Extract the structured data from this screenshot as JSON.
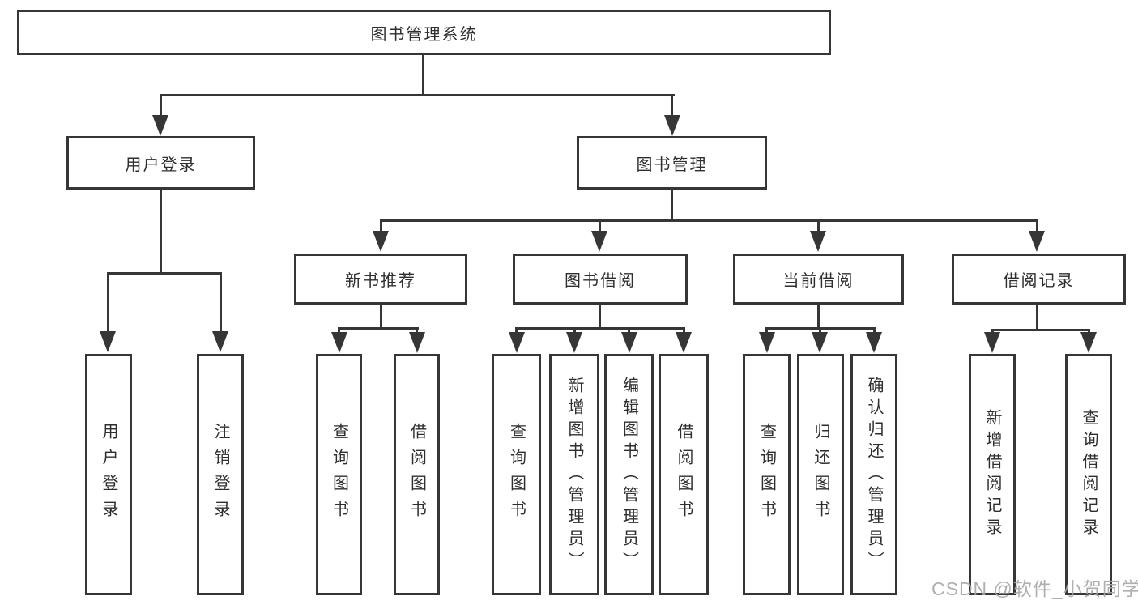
{
  "diagram": {
    "title_node": {
      "label": "图书管理系统"
    },
    "level2": [
      {
        "label": "用户登录"
      },
      {
        "label": "图书管理"
      }
    ],
    "level3": [
      {
        "label": "新书推荐"
      },
      {
        "label": "图书借阅"
      },
      {
        "label": "当前借阅"
      },
      {
        "label": "借阅记录"
      }
    ],
    "leaves": {
      "user_login": [
        "用户登录",
        "注销登录"
      ],
      "new_book_recommend": [
        "查询图书",
        "借阅图书"
      ],
      "book_borrow": [
        "查询图书",
        "新增图书（管理员）",
        "编辑图书（管理员）",
        "借阅图书"
      ],
      "current_borrow": [
        "查询图书",
        "归还图书",
        "确认归还（管理员）"
      ],
      "borrow_records": [
        "新增借阅记录",
        "查询借阅记录"
      ]
    },
    "colors": {
      "line": "#363636",
      "text": "#2e2e2e",
      "background": "#ffffff",
      "watermark": "#a8a8a8"
    }
  },
  "watermark": {
    "text": "CSDN @软件_小贺同学"
  }
}
